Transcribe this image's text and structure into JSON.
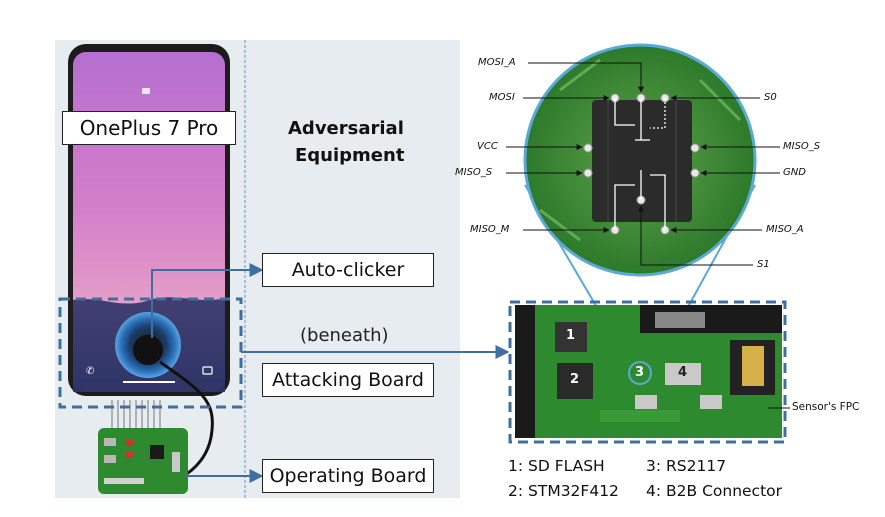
{
  "labels": {
    "phone_model": "OnePlus 7 Pro",
    "adversarial_line1": "Adversarial",
    "adversarial_line2": "Equipment",
    "auto_clicker": "Auto-clicker",
    "beneath": "(beneath)",
    "attacking_board": "Attacking Board",
    "operating_board": "Operating Board",
    "sensor_fpc": "Sensor's FPC"
  },
  "pins": {
    "mosi_a": "MOSI_A",
    "mosi": "MOSI",
    "s0": "S0",
    "vcc": "VCC",
    "miso_s_right": "MISO_S",
    "miso_s_left": "MISO_S",
    "gnd": "GND",
    "miso_m": "MISO_M",
    "miso_a": "MISO_A",
    "s1": "S1"
  },
  "chip_numbers": [
    "1",
    "2",
    "3",
    "4"
  ],
  "legend": [
    "1: SD FLASH",
    "2: STM32F412",
    "3: RS2117",
    "4: B2B Connector"
  ],
  "colors": {
    "arrow": "#3f6fa0",
    "dashed_box": "#3f6fa0",
    "pcb_green": "#2f8a2f",
    "panel_bg": "#e6ecf0"
  }
}
